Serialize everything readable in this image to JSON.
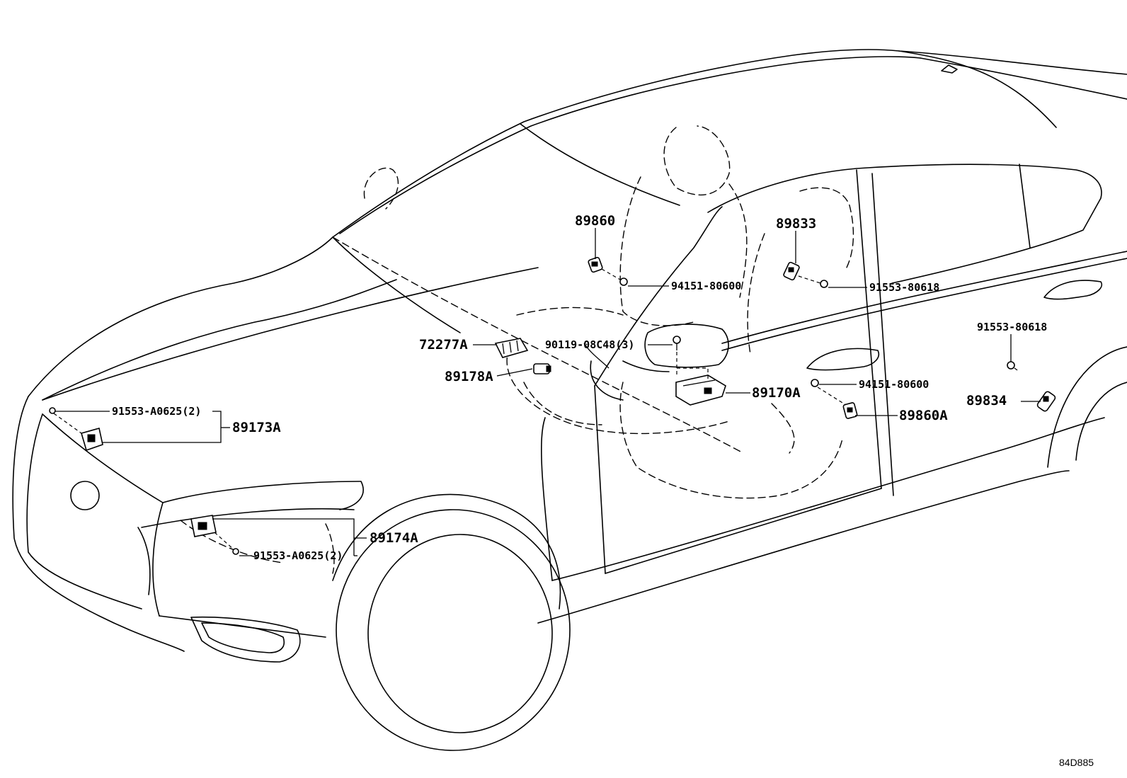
{
  "diagram": {
    "reference_code": "84D885",
    "callouts": {
      "c89860": "89860",
      "c89833": "89833",
      "c94151_upper": "94151-80600",
      "c91553_upper": "91553-80618",
      "c72277A": "72277A",
      "c90119": "90119-08C48(3)",
      "c89178A": "89178A",
      "c91553_right": "91553-80618",
      "c94151_lower": "94151-80600",
      "c89170A": "89170A",
      "c89860A": "89860A",
      "c89834": "89834",
      "c91553_A0625_upper": "91553-A0625(2)",
      "c89173A": "89173A",
      "c89174A": "89174A",
      "c91553_A0625_lower": "91553-A0625(2)"
    }
  }
}
